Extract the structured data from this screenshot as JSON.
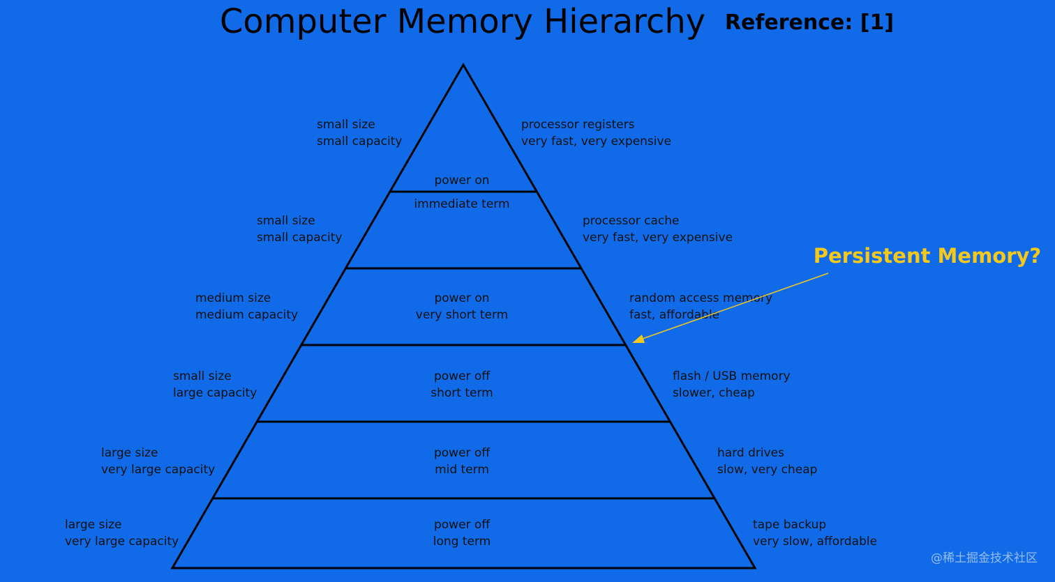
{
  "title": "Computer Memory Hierarchy",
  "reference": "Reference: [1]",
  "annotation": "Persistent Memory?",
  "watermark": "@稀土掘金技术社区",
  "colors": {
    "background": "#116be8",
    "lines": "#000000",
    "annotation": "#f4c91c"
  },
  "levels": [
    {
      "left": [
        "small size",
        "small capacity"
      ],
      "center": [
        "power on"
      ],
      "right": [
        "processor registers",
        "very fast, very expensive"
      ]
    },
    {
      "left": [
        "small size",
        "small capacity"
      ],
      "center": [
        "immediate term"
      ],
      "right": [
        "processor cache",
        "very fast, very expensive"
      ]
    },
    {
      "left": [
        "medium size",
        "medium capacity"
      ],
      "center": [
        "power on",
        "very short term"
      ],
      "right": [
        "random access memory",
        "fast, affordable"
      ]
    },
    {
      "left": [
        "small size",
        "large capacity"
      ],
      "center": [
        "power off",
        "short term"
      ],
      "right": [
        "flash / USB memory",
        "slower, cheap"
      ]
    },
    {
      "left": [
        "large size",
        "very large capacity"
      ],
      "center": [
        "power off",
        "mid term"
      ],
      "right": [
        "hard drives",
        "slow, very cheap"
      ]
    },
    {
      "left": [
        "large size",
        "very large capacity"
      ],
      "center": [
        "power off",
        "long term"
      ],
      "right": [
        "tape backup",
        "very slow, affordable"
      ]
    }
  ]
}
